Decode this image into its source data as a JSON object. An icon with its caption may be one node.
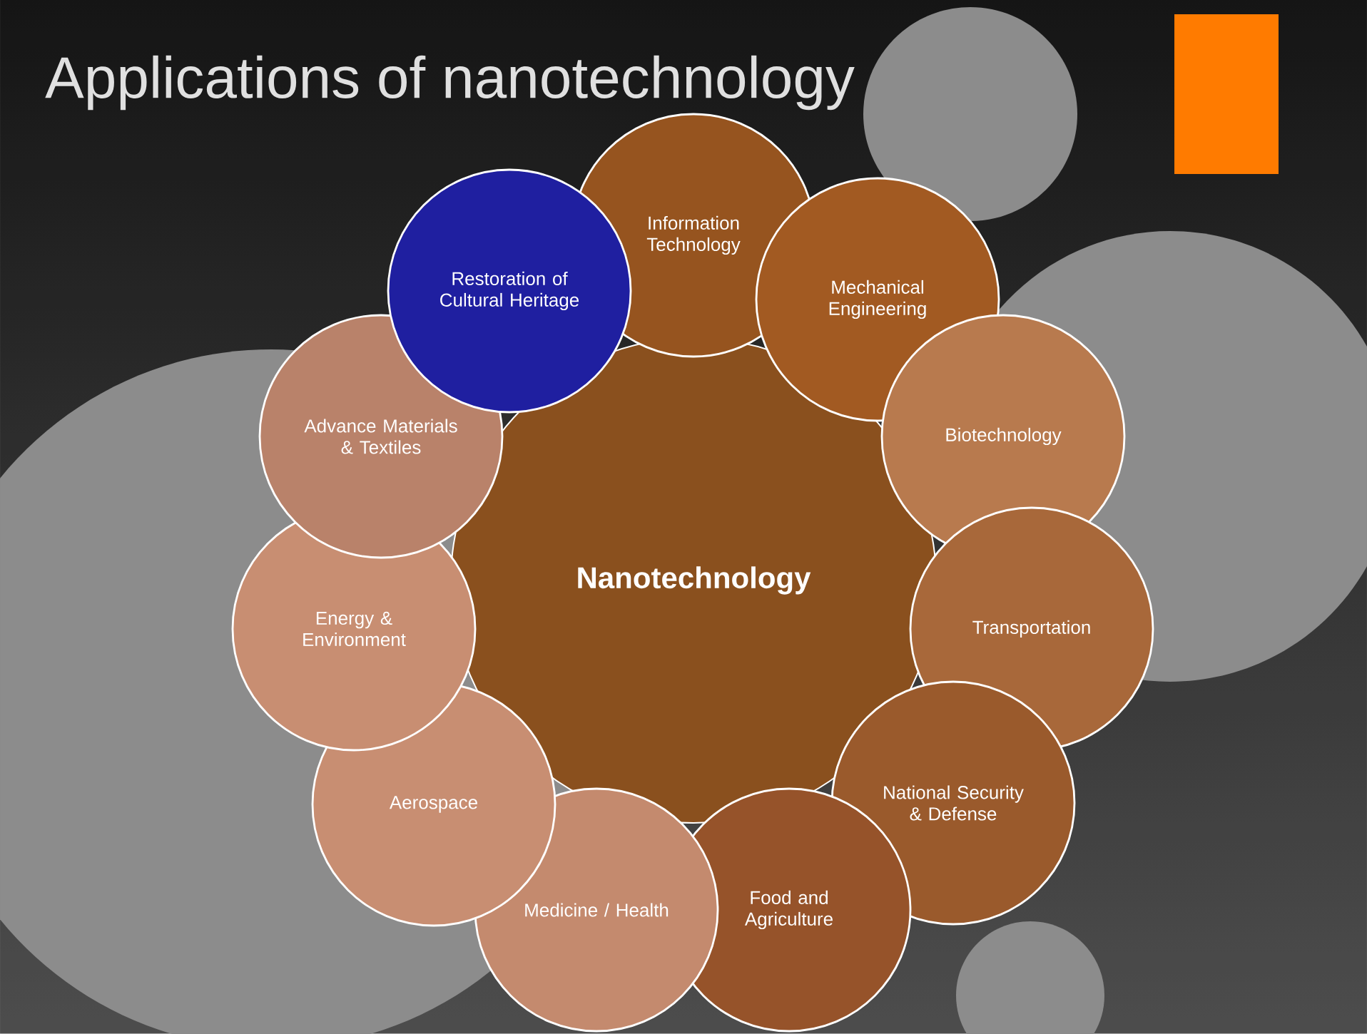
{
  "diagram": {
    "title": "Applications of nanotechnology",
    "nodes": [
      {
        "text": [
          "Nanotechnology"
        ]
      },
      {
        "text": [
          "Information Technology"
        ]
      },
      {
        "text": [
          "Mechanical Engineering"
        ]
      },
      {
        "text": [
          "Biotechnology"
        ]
      },
      {
        "text": [
          "Transportation"
        ]
      },
      {
        "text": [
          "National Security & Defense"
        ]
      },
      {
        "text": [
          "Food and Agriculture"
        ]
      },
      {
        "text": [
          "Medicine / Health"
        ]
      },
      {
        "text": [
          "Aerospace"
        ]
      },
      {
        "text": [
          "Energy & Environment"
        ]
      },
      {
        "text": [
          "Advance Materials & Textiles"
        ]
      },
      {
        "text": [
          "Restoration of Cultural Heritage"
        ]
      }
    ]
  }
}
